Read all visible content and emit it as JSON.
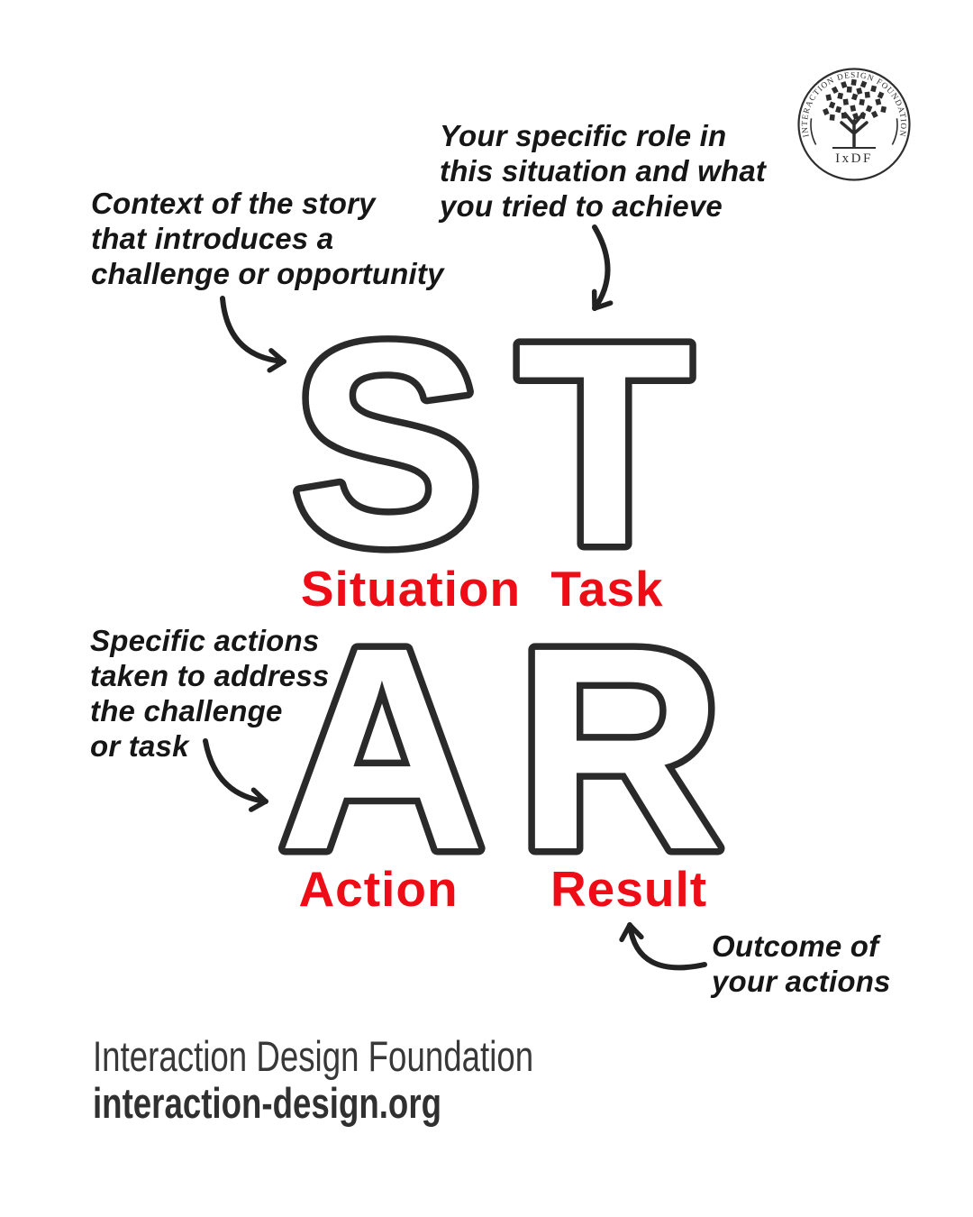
{
  "page": {
    "background": "#ffffff"
  },
  "logo": {
    "arc_text": "INTERACTION DESIGN FOUNDATION",
    "monogram": "IxDF"
  },
  "annotations": {
    "situation": "Context of the story\nthat introduces a\nchallenge or opportunity",
    "task": "Your specific role in\nthis situation and what\nyou tried to achieve",
    "action": "Specific actions\ntaken to address\nthe challenge\nor task",
    "result": "Outcome of\nyour actions"
  },
  "star": {
    "letters": [
      {
        "char": "S",
        "label": "Situation"
      },
      {
        "char": "T",
        "label": "Task"
      },
      {
        "char": "A",
        "label": "Action"
      },
      {
        "char": "R",
        "label": "Result"
      }
    ]
  },
  "footer": {
    "org_name": "Interaction Design Foundation",
    "website": "interaction-design.org"
  },
  "colors": {
    "label_red": "#ee0d16",
    "letter_outline": "#2a2a2a",
    "annotation_ink": "#161616",
    "footer_gray": "#383838",
    "logo_ink": "#2e2e2e"
  },
  "icons": [
    "ixdf-logo-badge",
    "ixdf-tree-icon",
    "arrow-to-s-icon",
    "arrow-to-t-icon",
    "arrow-to-a-icon",
    "arrow-to-result-icon"
  ]
}
